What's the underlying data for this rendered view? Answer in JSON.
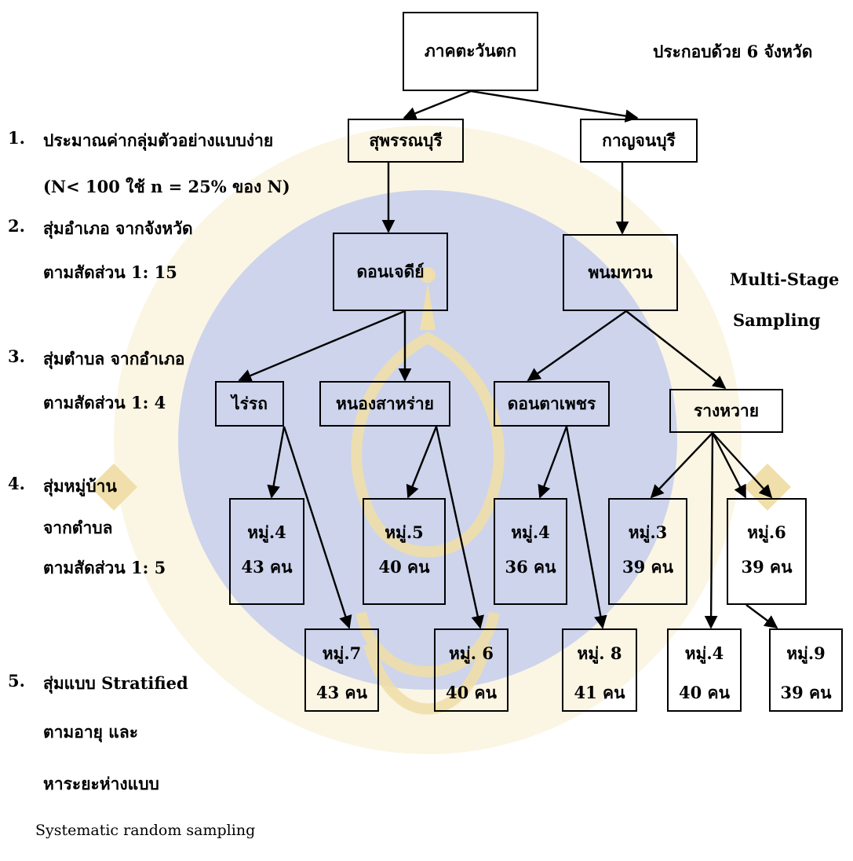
{
  "header": {
    "root": "ภาคตะวันตก",
    "note": "ประกอบด้วย 6 จังหวัด"
  },
  "method": {
    "line1": "Multi-Stage",
    "line2": "Sampling"
  },
  "steps": [
    {
      "num": "1.",
      "lines": [
        "ประมาณค่ากลุ่มตัวอย่างแบบง่าย",
        "(N< 100 ใช้ n = 25% ของ N)"
      ]
    },
    {
      "num": "2.",
      "lines": [
        "สุ่มอำเภอ จากจังหวัด",
        "ตามสัดส่วน 1: 15"
      ]
    },
    {
      "num": "3.",
      "lines": [
        "สุ่มตำบล จากอำเภอ",
        "ตามสัดส่วน 1: 4"
      ]
    },
    {
      "num": "4.",
      "lines": [
        "สุ่มหมู่บ้าน",
        "จากตำบล",
        "ตามสัดส่วน 1: 5"
      ]
    },
    {
      "num": "5.",
      "lines": [
        "สุ่มแบบ Stratified",
        "ตามอายุ และ",
        "หาระยะห่างแบบ",
        "Systematic random sampling"
      ]
    }
  ],
  "provinces": [
    "สุพรรณบุรี",
    "กาญจนบุรี"
  ],
  "districts": [
    "ดอนเจดีย์",
    "พนมทวน"
  ],
  "subdistricts": [
    "ไร่รถ",
    "หนองสาหร่าย",
    "ดอนตาเพชร",
    "รางหวาย"
  ],
  "villages": [
    {
      "name": "หมู่.4",
      "count": "43 คน"
    },
    {
      "name": "หมู่.5",
      "count": "40 คน"
    },
    {
      "name": "หมู่.4",
      "count": "36 คน"
    },
    {
      "name": "หมู่.3",
      "count": "39 คน"
    },
    {
      "name": "หมู่.6",
      "count": "39 คน"
    },
    {
      "name": "หมู่.7",
      "count": "43 คน"
    },
    {
      "name": "หมู่. 6",
      "count": "40 คน"
    },
    {
      "name": "หมู่. 8",
      "count": "41 คน"
    },
    {
      "name": "หมู่.4",
      "count": "40 คน"
    },
    {
      "name": "หมู่.9",
      "count": "39 คน"
    }
  ],
  "colors": {
    "watermark_blue": "#c9d0e8",
    "watermark_gold": "#f1e0ae",
    "line": "#000000"
  }
}
